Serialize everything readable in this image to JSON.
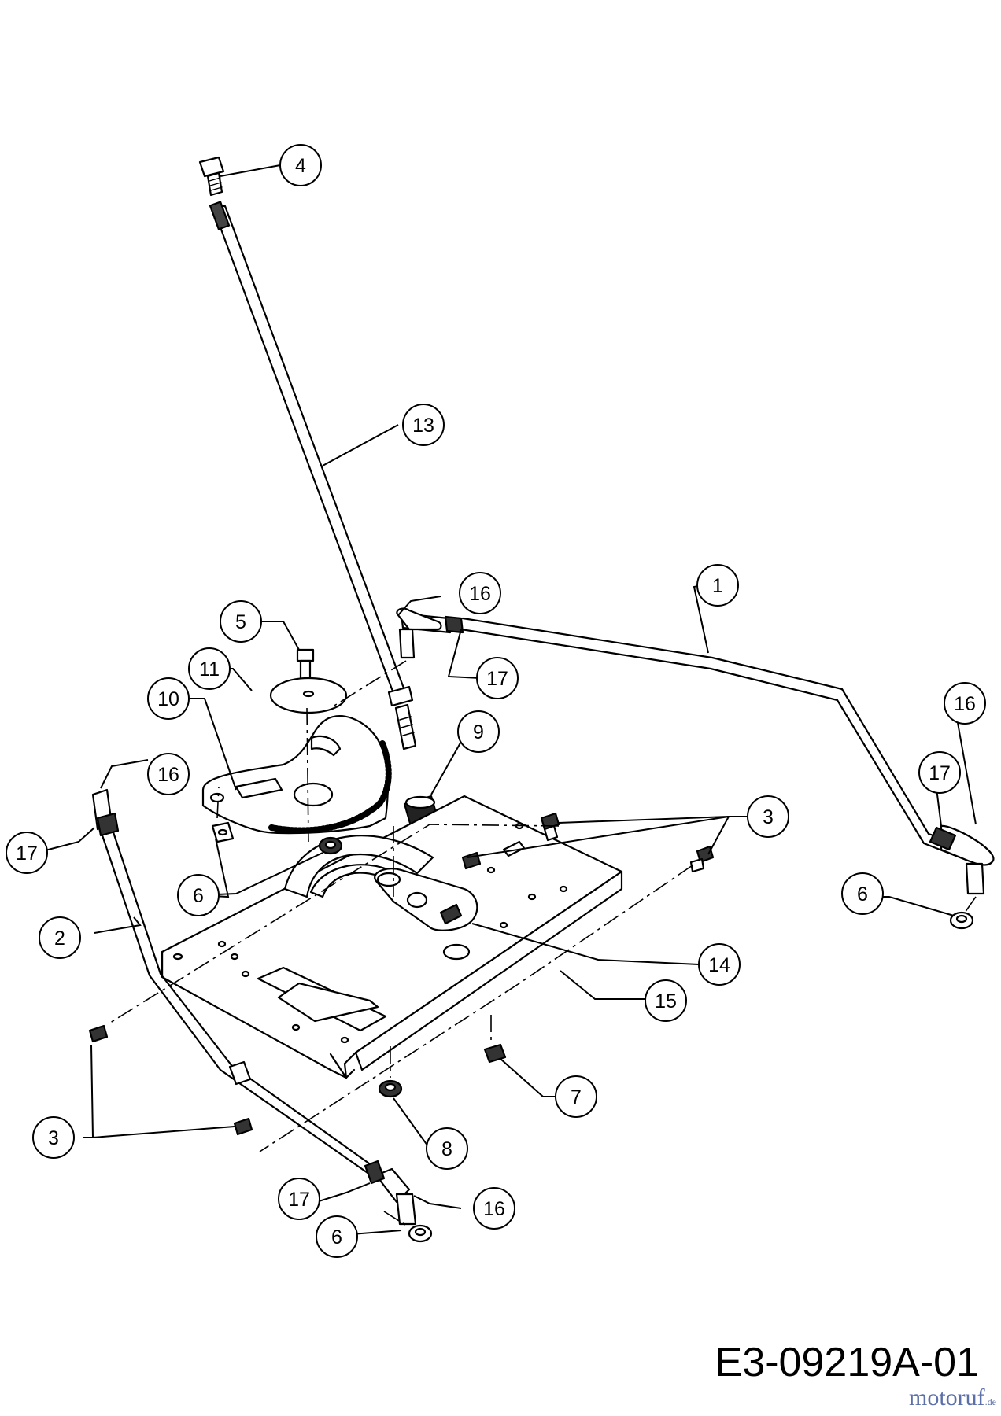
{
  "callout_labels": [
    "1",
    "2",
    "3",
    "3",
    "4",
    "5",
    "6",
    "6",
    "6",
    "7",
    "8",
    "9",
    "10",
    "11",
    "13",
    "14",
    "15",
    "16",
    "16",
    "16",
    "16",
    "17",
    "17",
    "17",
    "17"
  ],
  "drawing_number": "E3-09219A-01",
  "watermark": {
    "brand": "motoruf",
    "tld": ".de",
    "color": "#5b6fa8"
  },
  "colors": {
    "line": "#000000",
    "background": "#ffffff"
  }
}
